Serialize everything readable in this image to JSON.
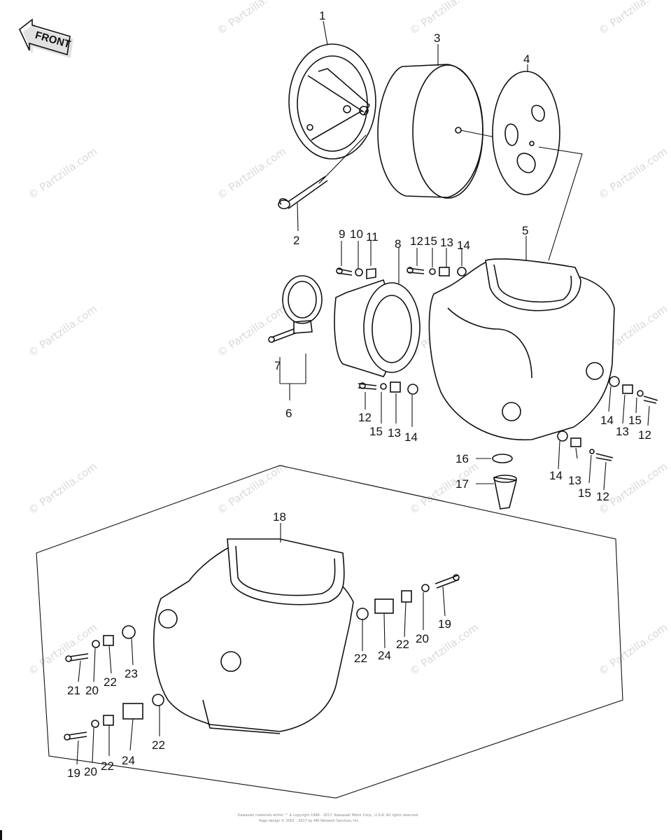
{
  "front_label": "FRONT",
  "watermark": "© Partzilla.com",
  "copyright_lines": [
    "Kawasaki materials within ™ & copyright 1966 - 2017, Kawasaki Motor Corp., U.S.A. All rights reserved",
    "Page design © 2001 - 2017 by ARI Network Services, Inc."
  ],
  "callouts": [
    "1",
    "2",
    "3",
    "4",
    "5",
    "6",
    "7",
    "8",
    "9",
    "10",
    "11",
    "12",
    "13",
    "14",
    "15",
    "16",
    "17",
    "18",
    "19",
    "20",
    "21",
    "22",
    "23",
    "24"
  ]
}
